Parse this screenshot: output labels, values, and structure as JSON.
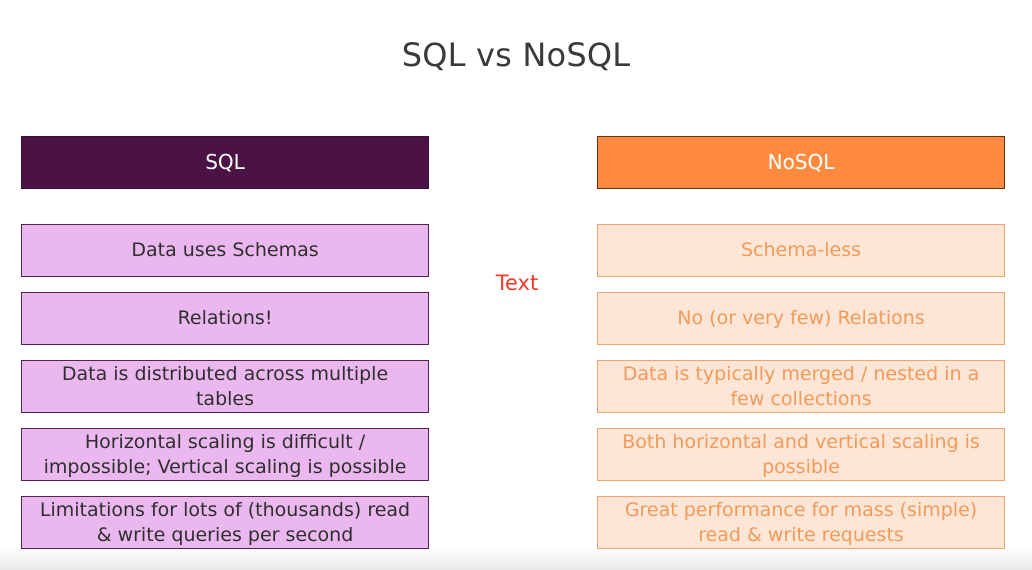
{
  "title": "SQL vs NoSQL",
  "center_label": "Text",
  "colors": {
    "sql_header": "#4b1345",
    "sql_item_bg": "#eab8ee",
    "nosql_header": "#fd8a3e",
    "nosql_item_bg": "#fde6d6",
    "nosql_item_text": "#f19a5a",
    "center_label": "#ee3b2a"
  },
  "columns": {
    "sql": {
      "header": "SQL",
      "items": [
        "Data uses Schemas",
        "Relations!",
        "Data is distributed across multiple tables",
        "Horizontal scaling is difficult / impossible; Vertical scaling is possible",
        "Limitations for lots of (thousands) read & write queries per second"
      ]
    },
    "nosql": {
      "header": "NoSQL",
      "items": [
        "Schema-less",
        "No (or very few) Relations",
        "Data is typically merged / nested in a few collections",
        "Both horizontal and vertical scaling is possible",
        "Great performance for mass (simple) read & write requests"
      ]
    }
  }
}
